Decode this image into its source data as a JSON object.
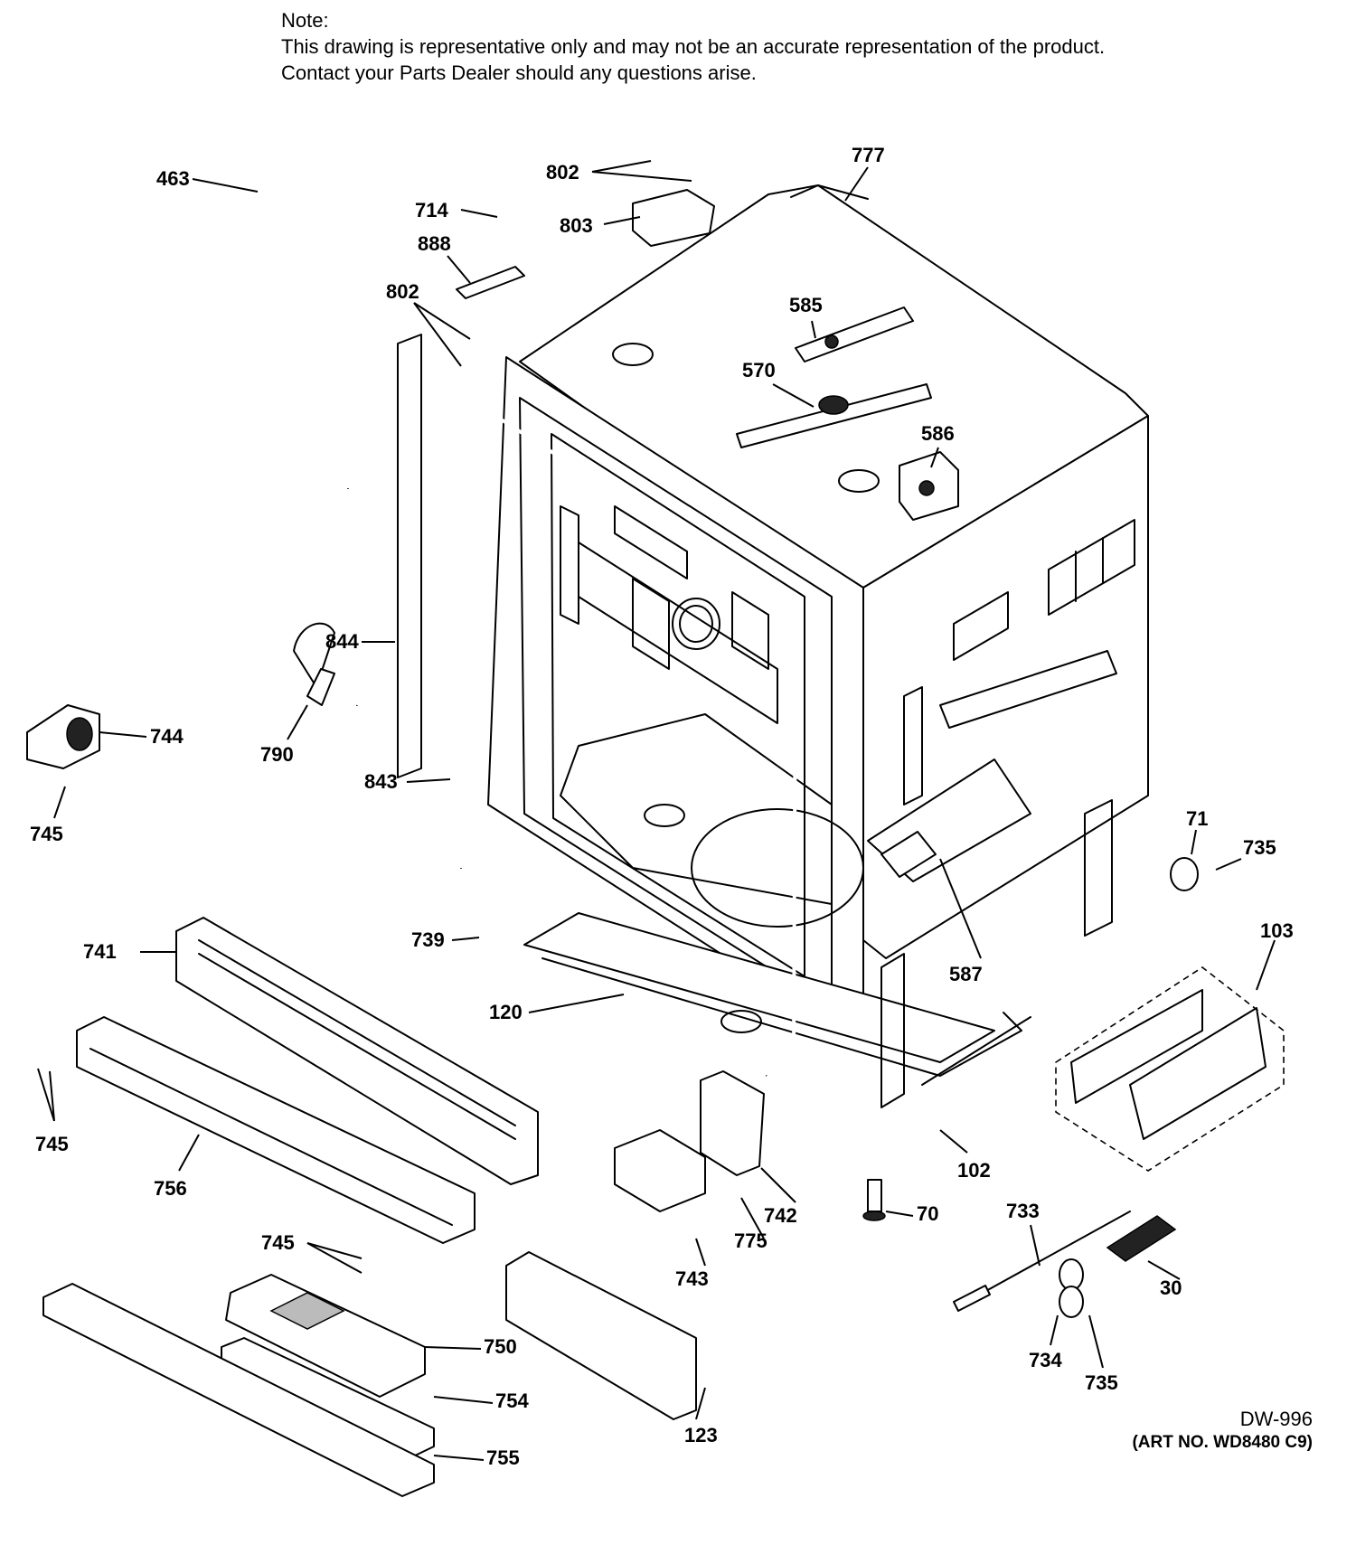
{
  "note": {
    "heading": "Note:",
    "line1": "This drawing is representative only and may not be an accurate representation of the product.",
    "line2": "Contact your Parts Dealer should any questions arise."
  },
  "drawing_code": "DW-996",
  "art_number": "(ART NO. WD8480 C9)",
  "callouts": [
    {
      "id": "463",
      "label": "463"
    },
    {
      "id": "802a",
      "label": "802"
    },
    {
      "id": "777",
      "label": "777"
    },
    {
      "id": "714",
      "label": "714"
    },
    {
      "id": "803",
      "label": "803"
    },
    {
      "id": "888",
      "label": "888"
    },
    {
      "id": "802b",
      "label": "802"
    },
    {
      "id": "585",
      "label": "585"
    },
    {
      "id": "570",
      "label": "570"
    },
    {
      "id": "586",
      "label": "586"
    },
    {
      "id": "844",
      "label": "844"
    },
    {
      "id": "744",
      "label": "744"
    },
    {
      "id": "790",
      "label": "790"
    },
    {
      "id": "843",
      "label": "843"
    },
    {
      "id": "745a",
      "label": "745"
    },
    {
      "id": "71",
      "label": "71"
    },
    {
      "id": "735a",
      "label": "735"
    },
    {
      "id": "103",
      "label": "103"
    },
    {
      "id": "739",
      "label": "739"
    },
    {
      "id": "741",
      "label": "741"
    },
    {
      "id": "587",
      "label": "587"
    },
    {
      "id": "120",
      "label": "120"
    },
    {
      "id": "745b",
      "label": "745"
    },
    {
      "id": "102",
      "label": "102"
    },
    {
      "id": "756",
      "label": "756"
    },
    {
      "id": "742",
      "label": "742"
    },
    {
      "id": "70",
      "label": "70"
    },
    {
      "id": "733",
      "label": "733"
    },
    {
      "id": "775",
      "label": "775"
    },
    {
      "id": "745c",
      "label": "745"
    },
    {
      "id": "743",
      "label": "743"
    },
    {
      "id": "30",
      "label": "30"
    },
    {
      "id": "750",
      "label": "750"
    },
    {
      "id": "734",
      "label": "734"
    },
    {
      "id": "754",
      "label": "754"
    },
    {
      "id": "735b",
      "label": "735"
    },
    {
      "id": "123",
      "label": "123"
    },
    {
      "id": "755",
      "label": "755"
    }
  ]
}
